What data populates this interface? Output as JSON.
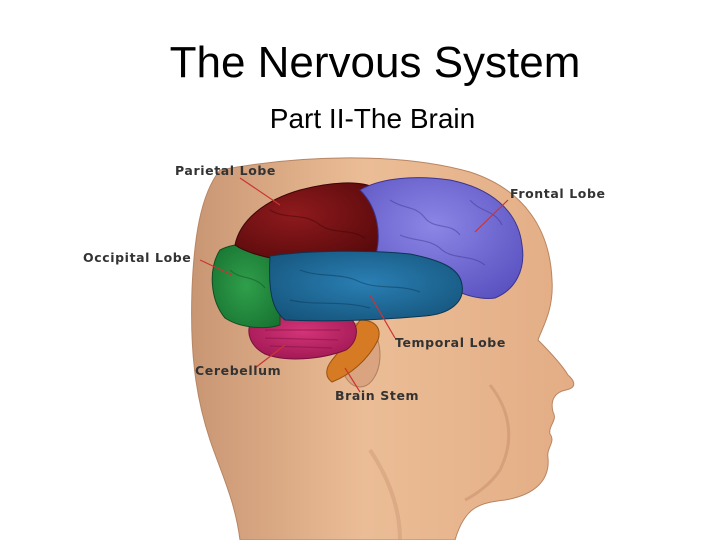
{
  "slide": {
    "title": "The Nervous System",
    "subtitle": "Part II-The Brain"
  },
  "figure": {
    "labels": {
      "parietal": "Parietal Lobe",
      "frontal": "Frontal Lobe",
      "occipital": "Occipital Lobe",
      "temporal": "Temporal Lobe",
      "cerebellum": "Cerebellum",
      "brain_stem": "Brain Stem"
    },
    "colors": {
      "skin": "#e9b890",
      "parietal": "#7a0f12",
      "frontal": "#7670d6",
      "occipital": "#1f8a3c",
      "temporal": "#1d6a9c",
      "cerebellum": "#c4246a",
      "brain_stem": "#d67a23",
      "leader_line": "#cc3333"
    }
  }
}
